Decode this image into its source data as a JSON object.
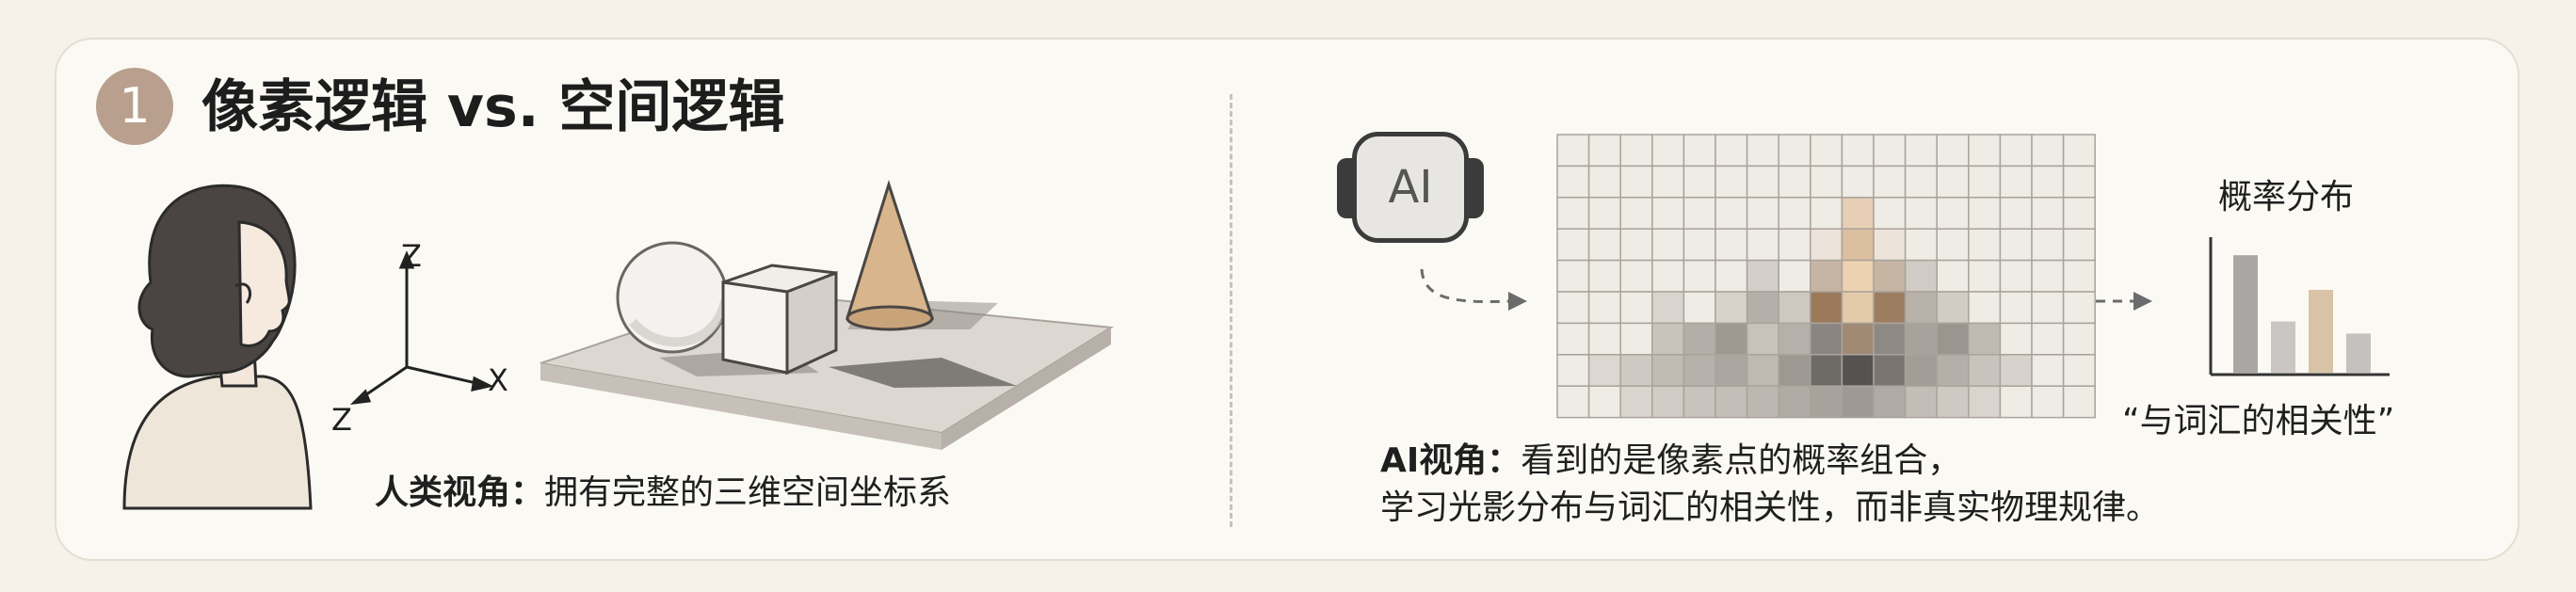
{
  "section": {
    "number": "1",
    "title": "像素逻辑 vs. 空间逻辑"
  },
  "left": {
    "axes": {
      "z_up": "Z",
      "x": "X",
      "z_out": "Z"
    },
    "caption_label": "人类视角：",
    "caption_text": "拥有完整的三维空间坐标系"
  },
  "right": {
    "ai_label": "AI",
    "chart_title": "概率分布",
    "chart_subtitle": "“与词汇的相关性”",
    "caption_label": "AI视角：",
    "caption_line1": "看到的是像素点的概率组合，",
    "caption_line2": "学习光影分布与词汇的相关性，而非真实物理规律。",
    "bar_values": [
      0.78,
      0.34,
      0.55,
      0.26
    ],
    "bar_colors": [
      "#a9a6a4",
      "#c9c6c3",
      "#d9c3a6",
      "#c4c1bf"
    ]
  },
  "colors": {
    "badge": "#b99f8d",
    "accent_tan": "#d6b48c",
    "dark": "#3b3b3b"
  }
}
